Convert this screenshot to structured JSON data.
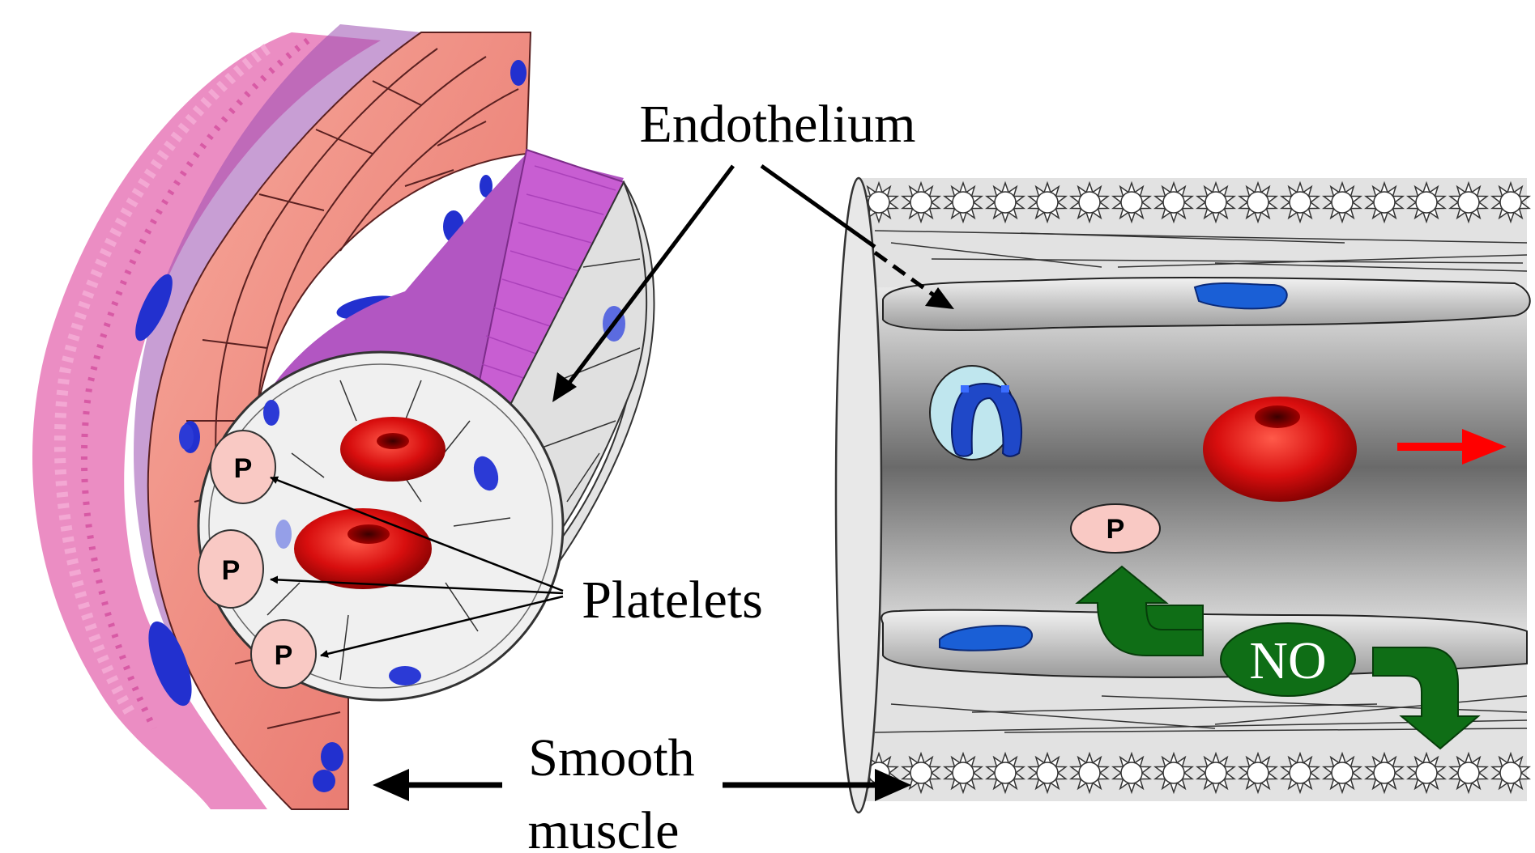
{
  "labels": {
    "endothelium": "Endothelium",
    "platelets": "Platelets",
    "smooth_muscle_line1": "Smooth",
    "smooth_muscle_line2": "muscle",
    "nitric_oxide": "NO",
    "platelet_marker": "P"
  },
  "colors": {
    "adventitia": "#e87ab8",
    "muscle": "#f08c80",
    "endothelium_layer": "#c060c8",
    "nucleus": "#1f2fd0",
    "rbc": "#d41010",
    "platelet": "#f9c9c4",
    "lumen_dark": "#6e6e6e",
    "no_green": "#0f6e16",
    "flow_arrow": "#ff0000"
  }
}
